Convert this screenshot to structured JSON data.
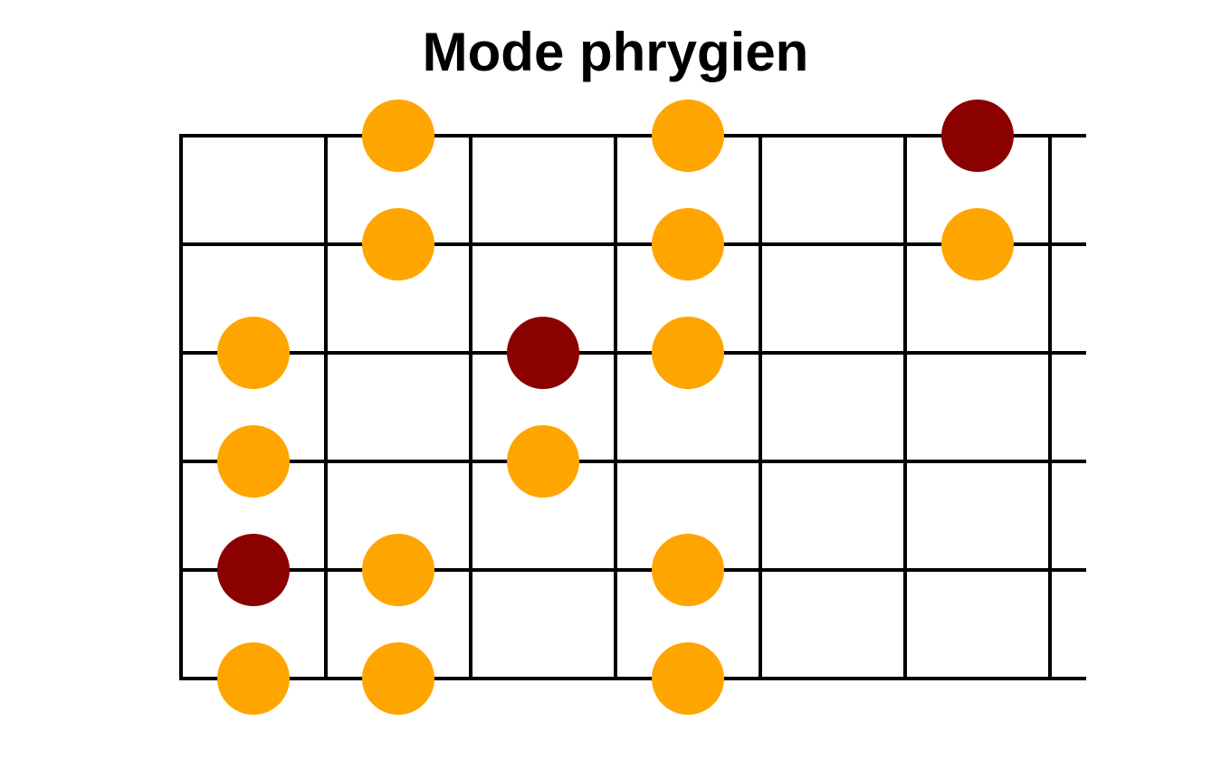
{
  "diagram": {
    "title": "Mode phrygien",
    "strings": 6,
    "frets_shown": 6,
    "colors": {
      "line": "#000000",
      "note": "#FFA500",
      "root": "#8B0000",
      "background": "#FFFFFF"
    },
    "notes": [
      {
        "string": 1,
        "fret": 2,
        "root": false
      },
      {
        "string": 1,
        "fret": 4,
        "root": false
      },
      {
        "string": 1,
        "fret": 6,
        "root": true
      },
      {
        "string": 2,
        "fret": 2,
        "root": false
      },
      {
        "string": 2,
        "fret": 4,
        "root": false
      },
      {
        "string": 2,
        "fret": 6,
        "root": false
      },
      {
        "string": 3,
        "fret": 1,
        "root": false
      },
      {
        "string": 3,
        "fret": 3,
        "root": true
      },
      {
        "string": 3,
        "fret": 4,
        "root": false
      },
      {
        "string": 4,
        "fret": 1,
        "root": false
      },
      {
        "string": 4,
        "fret": 3,
        "root": false
      },
      {
        "string": 5,
        "fret": 1,
        "root": true
      },
      {
        "string": 5,
        "fret": 2,
        "root": false
      },
      {
        "string": 5,
        "fret": 4,
        "root": false
      },
      {
        "string": 6,
        "fret": 1,
        "root": false
      },
      {
        "string": 6,
        "fret": 2,
        "root": false
      },
      {
        "string": 6,
        "fret": 4,
        "root": false
      }
    ]
  }
}
